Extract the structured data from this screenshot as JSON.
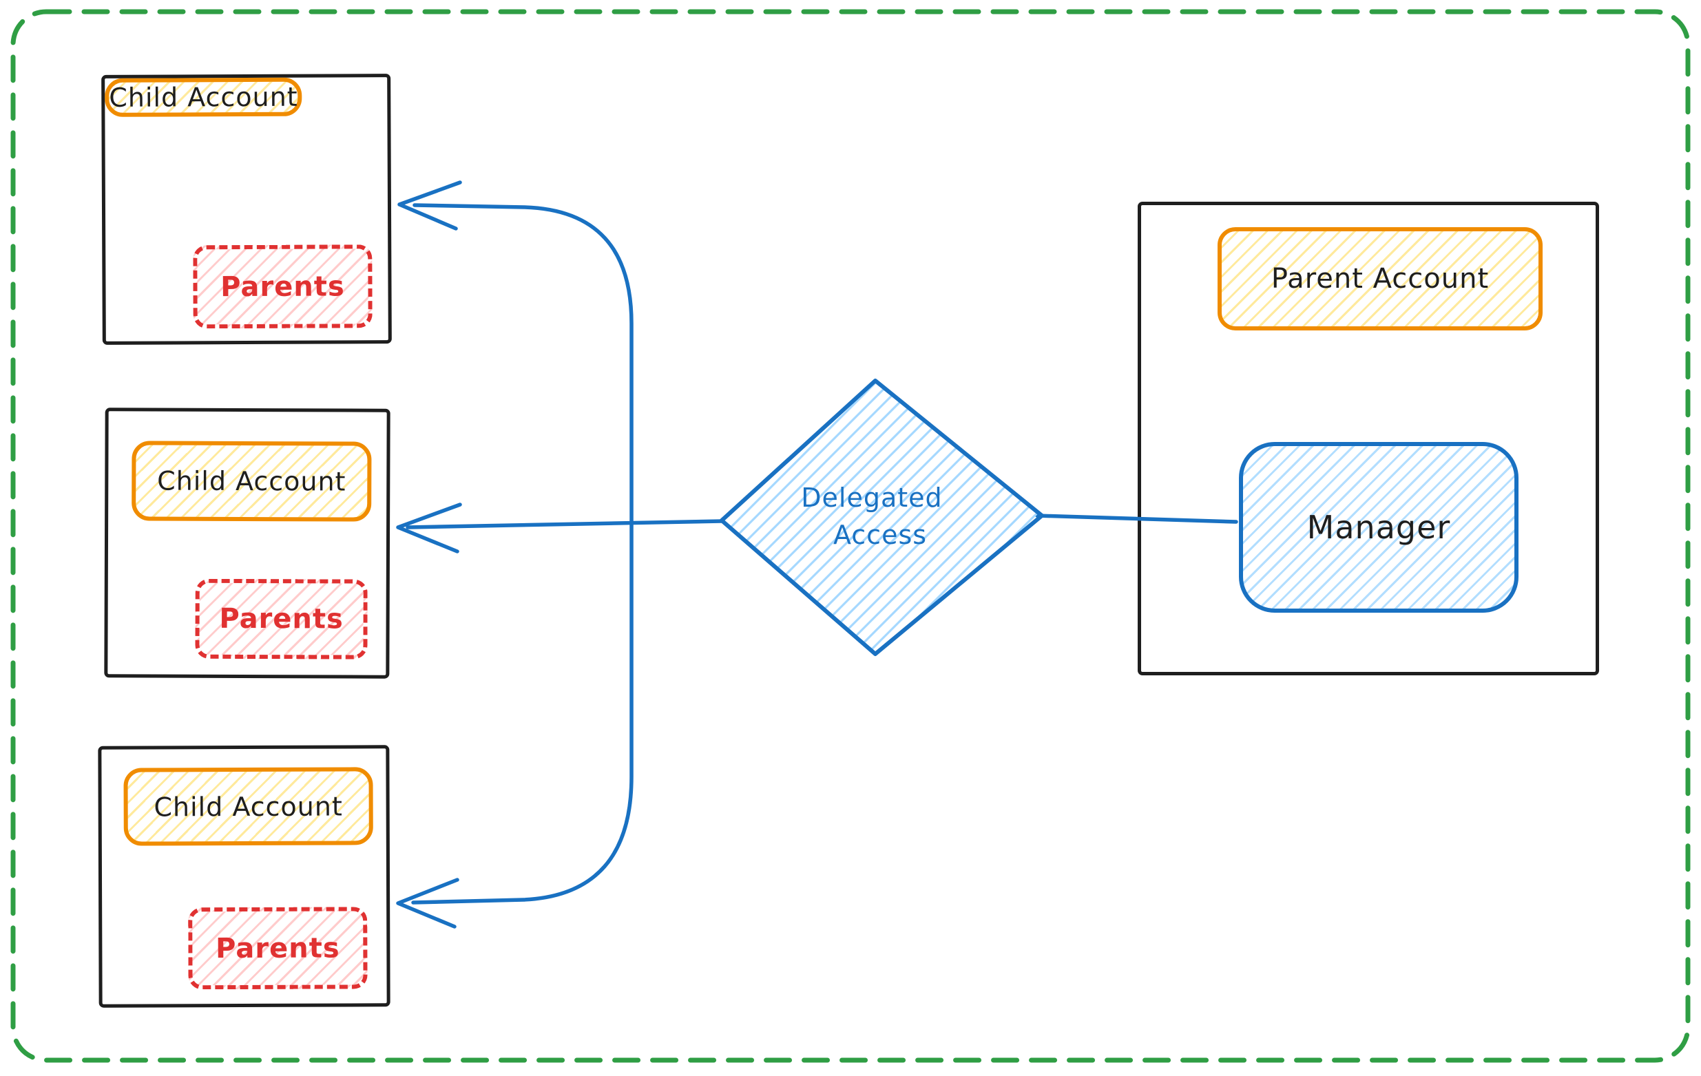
{
  "canvas": {
    "background_color": "#ffffff",
    "frame_border_color": "#2f9e44"
  },
  "palette": {
    "ink_black": "#1e1e1e",
    "blue": "#1971c2",
    "light_blue_fill": "#a5d8ff",
    "orange": "#f08c00",
    "yellow_fill": "#ffd43b",
    "red": "#e03131",
    "pink_fill": "#ffc9c9"
  },
  "child_accounts": [
    {
      "title": "Child Account",
      "subgroup": "Parents"
    },
    {
      "title": "Child Account",
      "subgroup": "Parents"
    },
    {
      "title": "Child Account",
      "subgroup": "Parents"
    }
  ],
  "decision_diamond": {
    "label_line1": "Delegated",
    "label_line2": "Access"
  },
  "parent_account": {
    "title": "Parent Account",
    "role_box": "Manager"
  }
}
